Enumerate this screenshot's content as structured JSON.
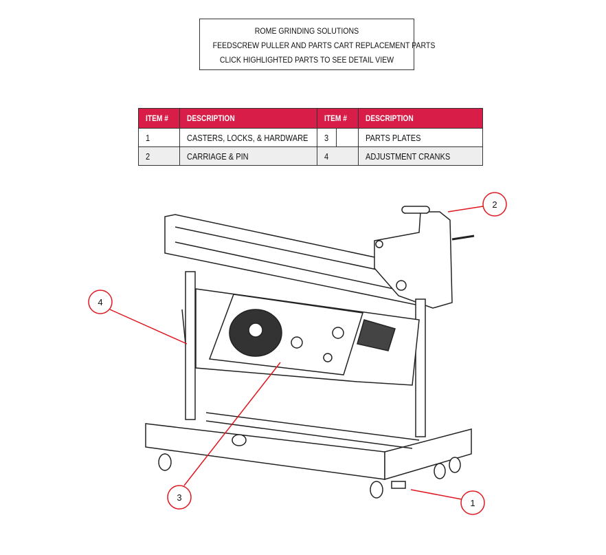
{
  "header": {
    "lines": [
      "ROME GRINDING SOLUTIONS",
      "FEEDSCREW PULLER AND PARTS CART REPLACEMENT PARTS",
      "CLICK HIGHLIGHTED PARTS TO SEE DETAIL VIEW"
    ]
  },
  "tables": [
    {
      "col_item": "ITEM #",
      "col_desc": "DESCRIPTION",
      "rows": [
        {
          "item": "1",
          "desc": "CASTERS, LOCKS, & HARDWARE"
        },
        {
          "item": "2",
          "desc": "CARRIAGE & PIN"
        }
      ]
    },
    {
      "col_item": "ITEM #",
      "col_desc": "DESCRIPTION",
      "rows": [
        {
          "item": "3",
          "desc": "PARTS PLATES"
        },
        {
          "item": "4",
          "desc": "ADJUSTMENT CRANKS"
        }
      ]
    }
  ],
  "callouts": {
    "c1": "1",
    "c2": "2",
    "c3": "3",
    "c4": "4"
  },
  "colors": {
    "accent": "#d81e48",
    "callout": "#e0161e"
  }
}
